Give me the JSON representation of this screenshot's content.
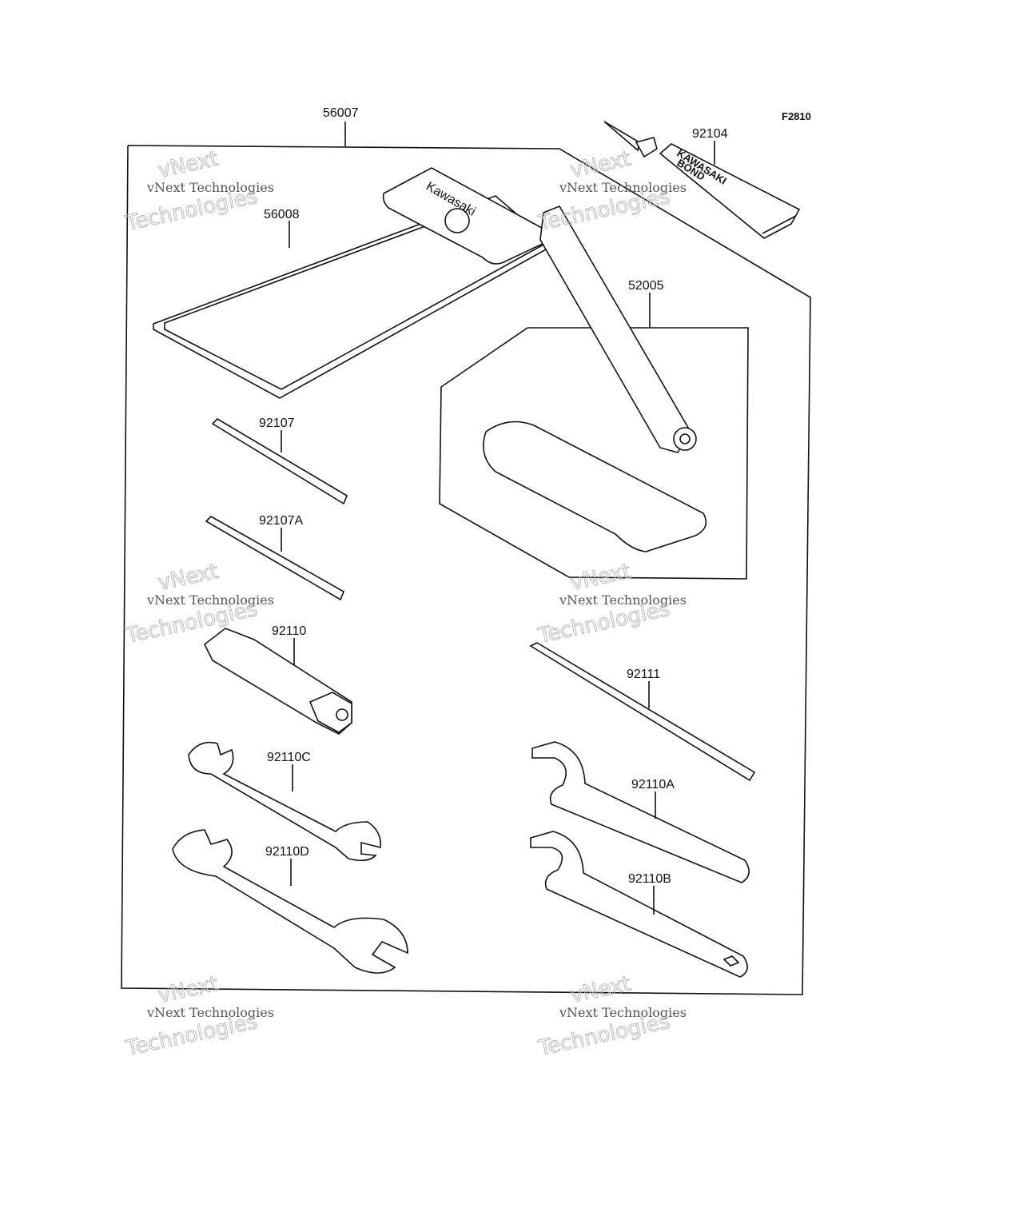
{
  "figure_code": "F2810",
  "parts": {
    "p56007": "56007",
    "p56008": "56008",
    "p92104": "92104",
    "p52005": "52005",
    "p92107": "92107",
    "p92107A": "92107A",
    "p92110": "92110",
    "p92111": "92111",
    "p92110C": "92110C",
    "p92110A": "92110A",
    "p92110D": "92110D",
    "p92110B": "92110B"
  },
  "product_text": {
    "pouch_brand": "Kawasaki",
    "tube_brand": "KAWASAKI",
    "tube_product": "BOND"
  },
  "watermark": {
    "line1": "vNext Technologies",
    "line2": "vNext",
    "line3": "Technologies"
  }
}
